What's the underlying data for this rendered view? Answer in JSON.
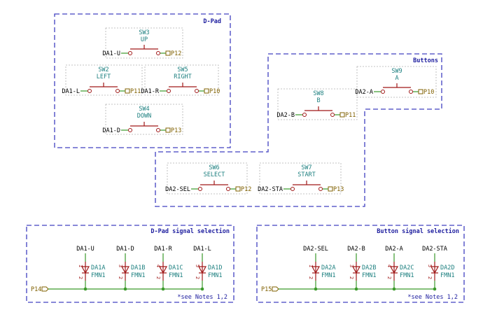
{
  "blocks": {
    "dpad_title": "D-Pad",
    "buttons_title": "Buttons",
    "dpad_sel_title": "D-Pad signal selection",
    "btn_sel_title": "Button signal selection"
  },
  "switches": [
    {
      "ref": "SW3",
      "value": "UP",
      "net": "DA1-U",
      "port": "P12"
    },
    {
      "ref": "SW2",
      "value": "LEFT",
      "net": "DA1-L",
      "port": "P11"
    },
    {
      "ref": "SW5",
      "value": "RIGHT",
      "net": "DA1-R",
      "port": "P10"
    },
    {
      "ref": "SW4",
      "value": "DOWN",
      "net": "DA1-D",
      "port": "P13"
    },
    {
      "ref": "SW8",
      "value": "B",
      "net": "DA2-B",
      "port": "P11"
    },
    {
      "ref": "SW9",
      "value": "A",
      "net": "DA2-A",
      "port": "P10"
    },
    {
      "ref": "SW6",
      "value": "SELECT",
      "net": "DA2-SEL",
      "port": "P12"
    },
    {
      "ref": "SW7",
      "value": "START",
      "net": "DA2-STA",
      "port": "P13"
    }
  ],
  "dpad_selection": {
    "input_port": "P14",
    "note": "*see Notes 1,2",
    "diodes": [
      {
        "net": "DA1-U",
        "ref": "DA1A",
        "value": "FMN1",
        "pin_top": "1",
        "pin_bottom": "2"
      },
      {
        "net": "DA1-D",
        "ref": "DA1B",
        "value": "FMN1",
        "pin_top": "3",
        "pin_bottom": "2"
      },
      {
        "net": "DA1-R",
        "ref": "DA1C",
        "value": "FMN1",
        "pin_top": "4",
        "pin_bottom": "2"
      },
      {
        "net": "DA1-L",
        "ref": "DA1D",
        "value": "FMN1",
        "pin_top": "5",
        "pin_bottom": "2"
      }
    ]
  },
  "button_selection": {
    "input_port": "P15",
    "note": "*see Notes 1,2",
    "diodes": [
      {
        "net": "DA2-SEL",
        "ref": "DA2A",
        "value": "FMN1",
        "pin_top": "1",
        "pin_bottom": "2"
      },
      {
        "net": "DA2-B",
        "ref": "DA2B",
        "value": "FMN1",
        "pin_top": "3",
        "pin_bottom": "2"
      },
      {
        "net": "DA2-A",
        "ref": "DA2C",
        "value": "FMN1",
        "pin_top": "4",
        "pin_bottom": "2"
      },
      {
        "net": "DA2-STA",
        "ref": "DA2D",
        "value": "FMN1",
        "pin_top": "5",
        "pin_bottom": "2"
      }
    ]
  },
  "colors": {
    "block_border": "#4040c0",
    "wire": "#3a9a2a",
    "component": "#a01818",
    "ref_text": "#1e8080",
    "port": "#806000"
  }
}
